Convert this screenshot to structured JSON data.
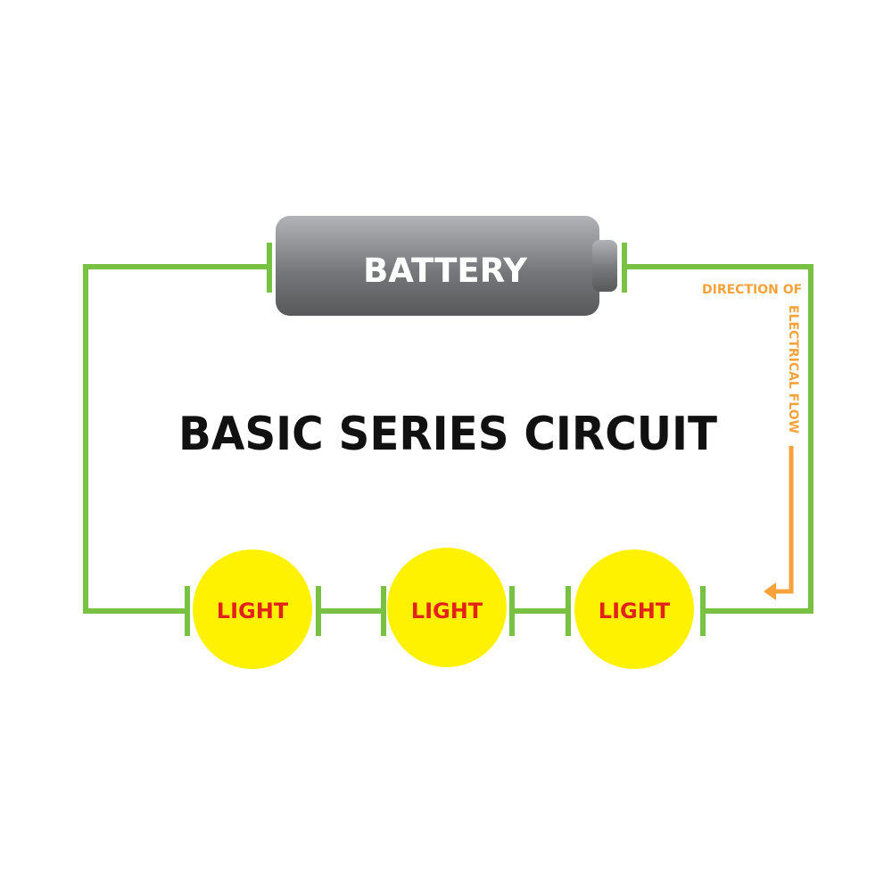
{
  "title": "BASIC SERIES CIRCUIT",
  "battery": {
    "label": "BATTERY"
  },
  "lights": [
    {
      "label": "LIGHT"
    },
    {
      "label": "LIGHT"
    },
    {
      "label": "LIGHT"
    }
  ],
  "flow": {
    "line1": "DIRECTION OF",
    "line2": "ELECTRICAL FLOW"
  },
  "colors": {
    "wire": "#79c143",
    "battery_dark": "#5f6062",
    "battery_light": "#a6a8ab",
    "light_fill": "#fff200",
    "light_text": "#e2231a",
    "flow_arrow": "#f7a23b",
    "title": "#111111"
  }
}
